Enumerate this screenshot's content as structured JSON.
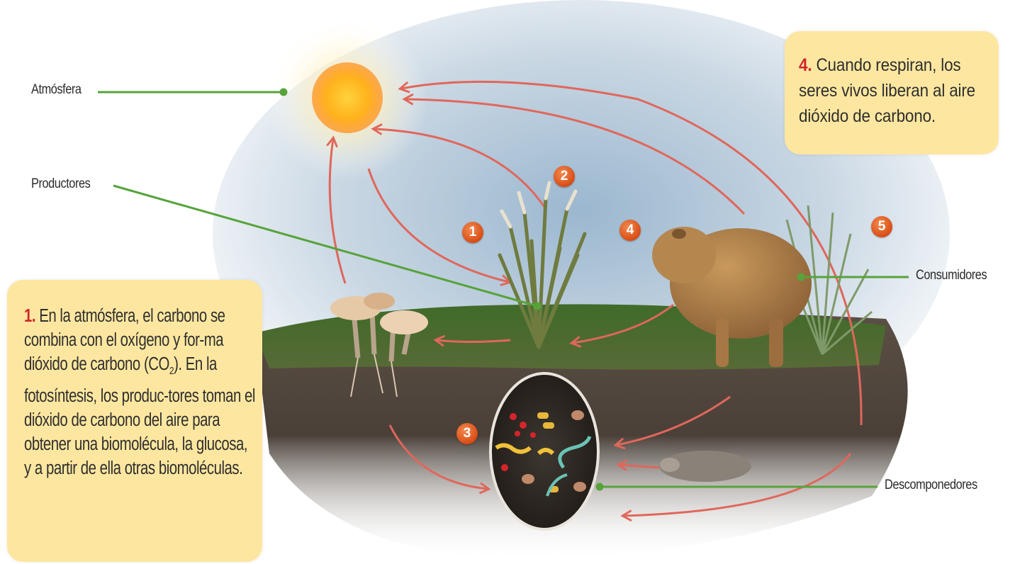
{
  "labels": {
    "atmosfera": "Atmósfera",
    "productores": "Productores",
    "consumidores": "Consumidores",
    "descomponedores": "Descomponedores"
  },
  "box1": {
    "number": "1.",
    "text_a": " En la atmósfera, el carbono se combina con el oxígeno y for-ma dióxido de carbono (CO",
    "subscript": "2",
    "text_b": "). En la fotosíntesis, los produc-tores toman el dióxido de carbono del aire para obtener una biomolécula, la glucosa, y a partir de ella otras biomoléculas."
  },
  "box4": {
    "number": "4.",
    "text": " Cuando respiran, los seres vivos liberan al aire dióxido de carbono."
  },
  "badges": [
    "1",
    "2",
    "3",
    "4",
    "5"
  ],
  "colors": {
    "arrow": "#e0675b",
    "pointer_line": "#56a33a",
    "callout_fill": "#fde7a0",
    "badge": "#d84d16",
    "number_red": "#d3242b"
  }
}
